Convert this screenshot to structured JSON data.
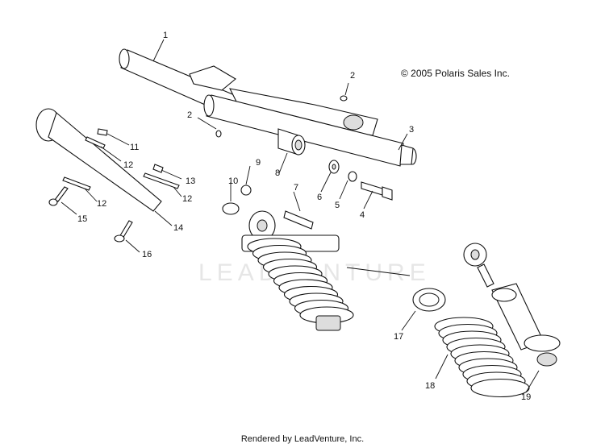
{
  "copyright": "© 2005 Polaris Sales Inc.",
  "footer": "Rendered by LeadVenture, Inc.",
  "watermark": "LEADVENTURE",
  "callouts": [
    "1",
    "2",
    "2",
    "3",
    "4",
    "5",
    "6",
    "7",
    "8",
    "9",
    "10",
    "11",
    "12",
    "12",
    "12",
    "13",
    "14",
    "15",
    "16",
    "17",
    "18",
    "19"
  ]
}
